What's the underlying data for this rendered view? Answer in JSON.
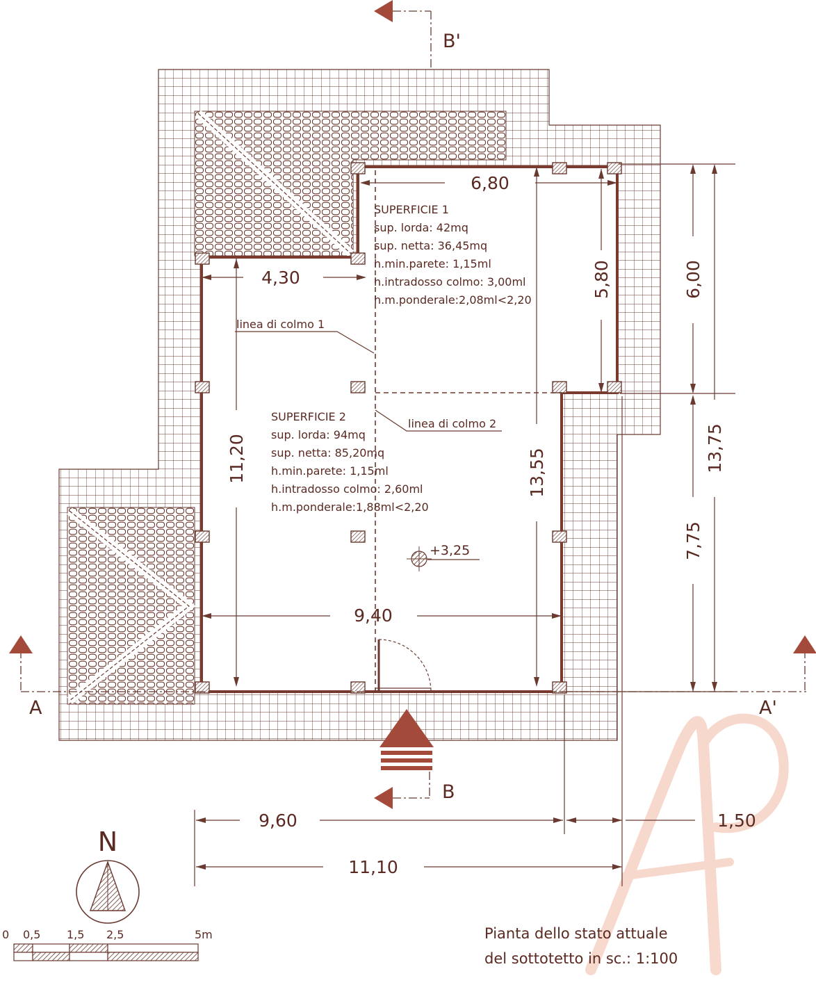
{
  "colors": {
    "line": "#6a3a30",
    "wall": "#7a3b2e",
    "grid": "#6a3a30",
    "watermark": "#f2b9a6",
    "fill": "#a34a3a"
  },
  "sections": {
    "b_top": "B'",
    "b_bottom": "B",
    "a_left": "A",
    "a_right": "A'"
  },
  "dimensions": {
    "d_680": "6,80",
    "d_430": "4,30",
    "d_580": "5,80",
    "d_600": "6,00",
    "d_1375": "13,75",
    "d_775": "7,75",
    "d_1120": "11,20",
    "d_1355": "13,55",
    "d_940": "9,40",
    "d_960": "9,60",
    "d_150": "1,50",
    "d_1110": "11,10"
  },
  "surface1": {
    "title": "SUPERFICIE 1",
    "lines": [
      "sup. lorda: 42mq",
      "sup. netta: 36,45mq",
      "h.min.parete: 1,15ml",
      "h.intradosso colmo: 3,00ml",
      "h.m.ponderale:2,08ml<2,20"
    ]
  },
  "surface2": {
    "title": "SUPERFICIE 2",
    "lines": [
      "sup. lorda: 94mq",
      "sup. netta: 85,20mq",
      "h.min.parete: 1,15ml",
      "h.intradosso colmo: 2,60ml",
      "h.m.ponderale:1,88ml<2,20"
    ]
  },
  "annotations": {
    "colmo1": "linea di colmo 1",
    "colmo2": "linea di colmo 2",
    "level": "+3,25"
  },
  "north": {
    "label": "N"
  },
  "scale_bar": {
    "labels": [
      "0",
      "0,5",
      "1,5",
      "2,5",
      "5m"
    ]
  },
  "caption": {
    "line1": "Pianta dello stato attuale",
    "line2": "del sottotetto in sc.: 1:100"
  },
  "watermark": {
    "text": "AP"
  }
}
